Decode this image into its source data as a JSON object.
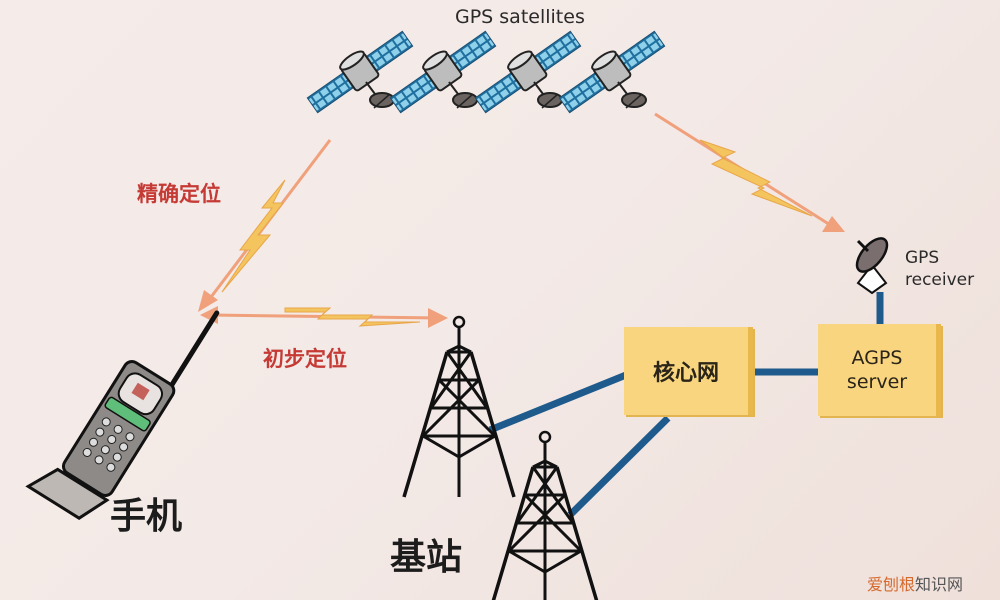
{
  "diagram": {
    "title": "GPS satellites",
    "colors": {
      "background": "#f4eae7",
      "signal_arrow": "#f0a07a",
      "lightning": "#f4c55e",
      "link_line": "#1e5a8c",
      "node_box": "#f8d57e",
      "label_red": "#c53a35"
    },
    "nodes": {
      "satellites": {
        "label": "GPS satellites",
        "count": 4,
        "icon": "satellite-icon"
      },
      "gps_receiver": {
        "label": "GPS\nreceiver",
        "icon": "satellite-dish-icon"
      },
      "agps_server": {
        "label": "AGPS\nserver"
      },
      "core_network": {
        "label": "核心网"
      },
      "phone": {
        "label": "手机",
        "icon": "mobile-phone-icon"
      },
      "base_station": {
        "label": "基站",
        "count": 2,
        "icon": "cell-tower-icon"
      }
    },
    "edges": [
      {
        "from": "satellites",
        "to": "phone",
        "label": "精确定位",
        "style": "wireless-arrow"
      },
      {
        "from": "phone",
        "to": "base_station",
        "label": "初步定位",
        "style": "wireless-double-arrow"
      },
      {
        "from": "satellites",
        "to": "gps_receiver",
        "label": "",
        "style": "wireless-arrow"
      },
      {
        "from": "gps_receiver",
        "to": "agps_server",
        "label": "",
        "style": "wired"
      },
      {
        "from": "agps_server",
        "to": "core_network",
        "label": "",
        "style": "wired"
      },
      {
        "from": "core_network",
        "to": "base_station",
        "label": "",
        "style": "wired"
      },
      {
        "from": "core_network",
        "to": "base_station_2",
        "label": "",
        "style": "wired"
      }
    ],
    "labels": {
      "precise": "精确定位",
      "initial": "初步定位"
    }
  },
  "watermark": {
    "part1": "爱刨根",
    "part2": "知识网"
  }
}
